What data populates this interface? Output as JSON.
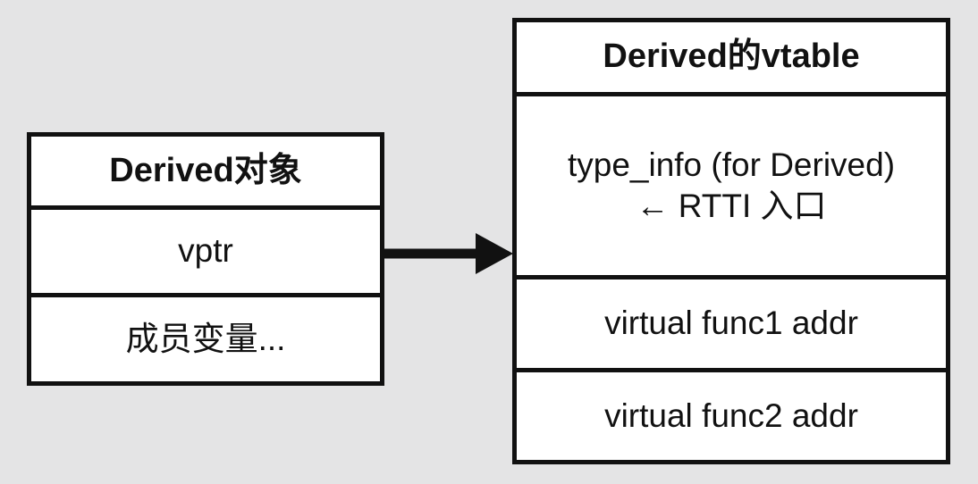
{
  "colors": {
    "background": "#e4e4e5",
    "box_fill": "#ffffff",
    "border": "#111111",
    "text": "#111111"
  },
  "object_box": {
    "title": "Derived对象",
    "rows": [
      {
        "label": "vptr"
      },
      {
        "label": "成员变量..."
      }
    ]
  },
  "vtable_box": {
    "title": "Derived的vtable",
    "rows": [
      {
        "label": "type_info (for Derived)",
        "label_line2": "← RTTI 入口"
      },
      {
        "label": "virtual func1 addr"
      },
      {
        "label": "virtual func2 addr"
      }
    ]
  },
  "arrow": {
    "icon": "arrow-right-icon",
    "from": "vptr",
    "to": "Derived的vtable"
  }
}
